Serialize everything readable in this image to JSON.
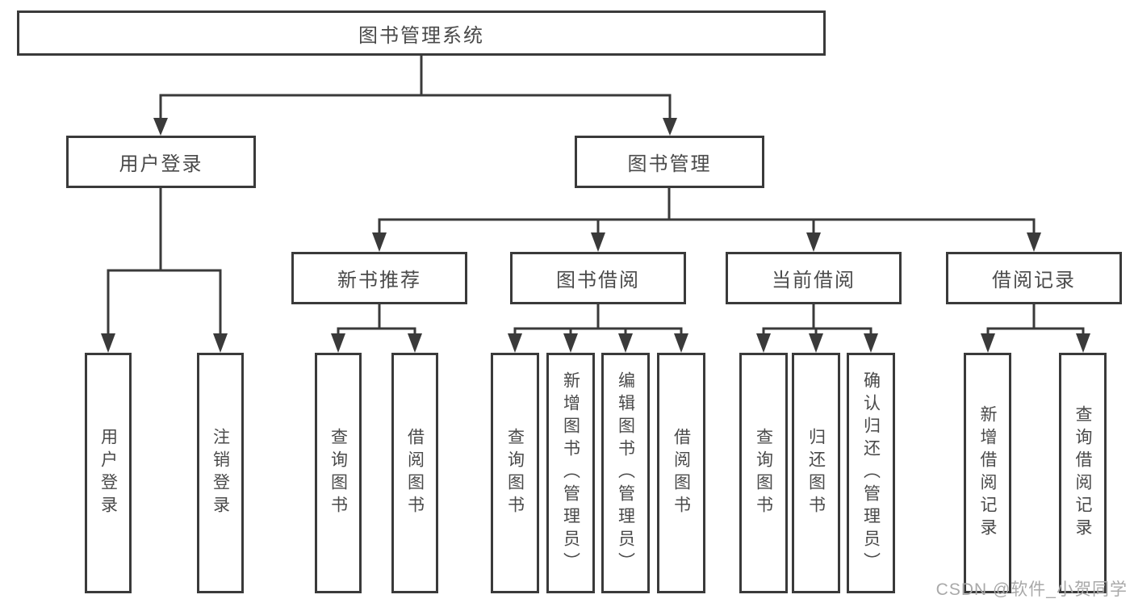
{
  "tree": {
    "root": "图书管理系统",
    "children": [
      {
        "label": "用户登录",
        "children": [
          "用户登录",
          "注销登录"
        ]
      },
      {
        "label": "图书管理",
        "children": [
          {
            "label": "新书推荐",
            "children": [
              "查询图书",
              "借阅图书"
            ]
          },
          {
            "label": "图书借阅",
            "children": [
              "查询图书",
              "新增图书（管理员）",
              "编辑图书（管理员）",
              "借阅图书"
            ]
          },
          {
            "label": "当前借阅",
            "children": [
              "查询图书",
              "归还图书",
              "确认归还（管理员）"
            ]
          },
          {
            "label": "借阅记录",
            "children": [
              "新增借阅记录",
              "查询借阅记录"
            ]
          }
        ]
      }
    ]
  },
  "watermark": "CSDN @软件_小贺同学",
  "colors": {
    "line": "#3a3a3a",
    "text": "#4a4a4a",
    "watermark": "#a9a9a9",
    "background": "#ffffff"
  }
}
